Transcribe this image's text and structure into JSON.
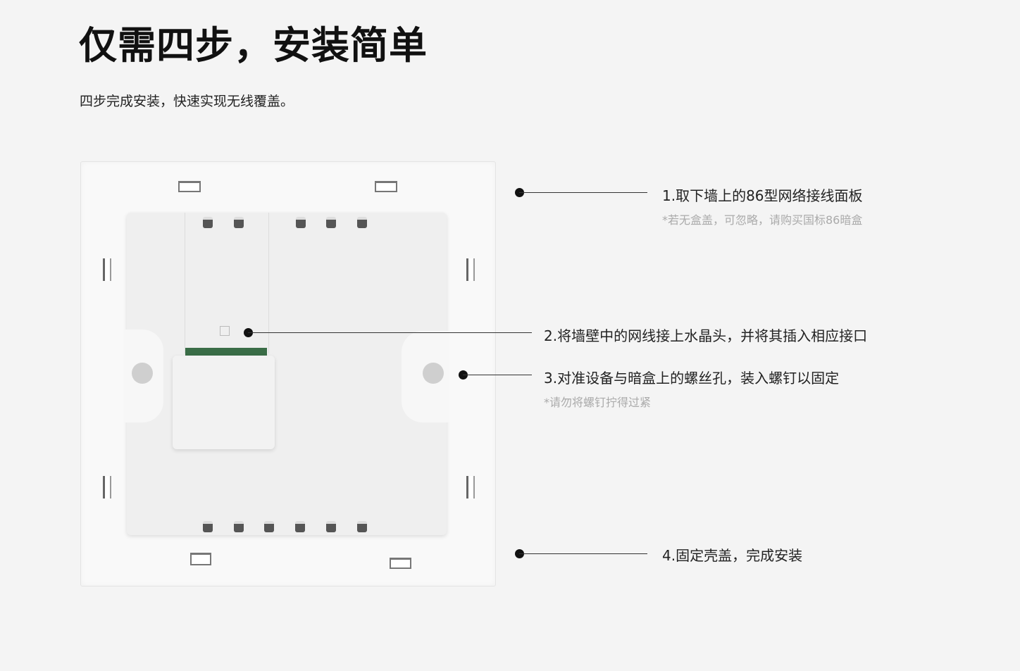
{
  "header": {
    "title": "仅需四步，安装简单",
    "subtitle": "四步完成安装，快速实现无线覆盖。"
  },
  "steps": [
    {
      "label": "1.取下墙上的86型网络接线面板",
      "note": "*若无盒盖，可忽略，请购买国标86暗盒"
    },
    {
      "label": "2.将墙壁中的网线接上水晶头，并将其插入相应接口"
    },
    {
      "label": "3.对准设备与暗盒上的螺丝孔，装入螺钉以固定",
      "note": "*请勿将螺钉拧得过紧"
    },
    {
      "label": "4.固定壳盖，完成安装"
    }
  ]
}
